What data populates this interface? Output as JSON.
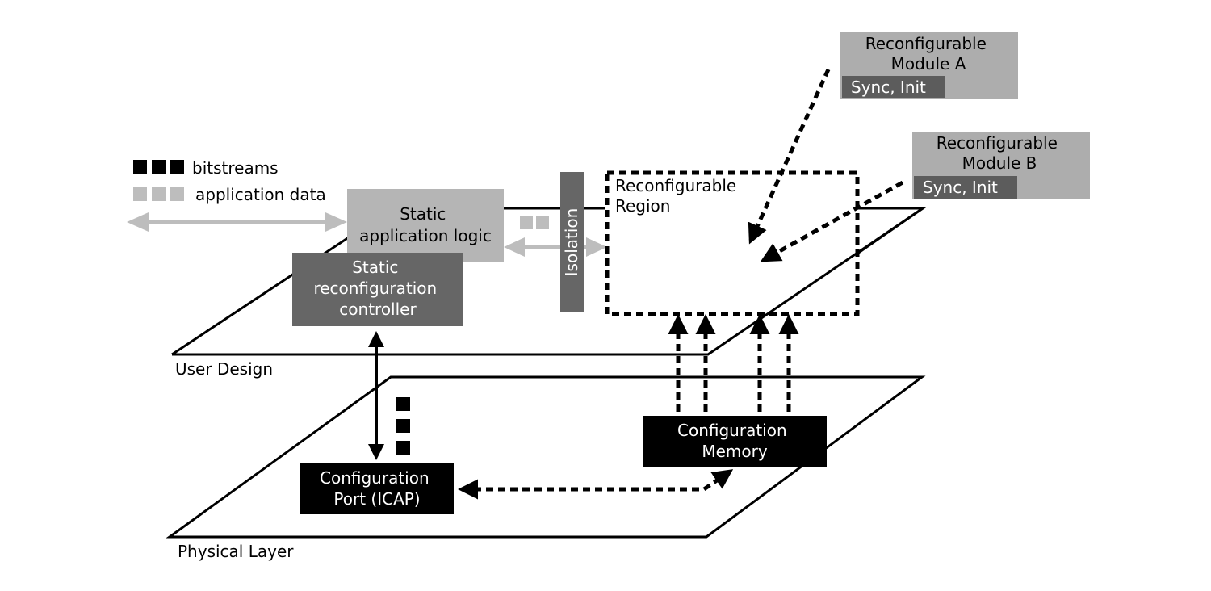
{
  "legend": {
    "bitstreams_label": "bitstreams",
    "appdata_label": "application data"
  },
  "layers": {
    "user_design": "User Design",
    "physical_layer": "Physical Layer"
  },
  "blocks": {
    "static_app_logic": [
      "Static",
      "application logic"
    ],
    "static_reconfig_controller": [
      "Static",
      "reconfiguration",
      "controller"
    ],
    "isolation": "Isolation",
    "reconfig_region": [
      "Reconfigurable",
      "Region"
    ],
    "module_a": {
      "title": [
        "Reconfigurable",
        "Module A"
      ],
      "sub": "Sync, Init"
    },
    "module_b": {
      "title": [
        "Reconfigurable",
        "Module B"
      ],
      "sub": "Sync, Init"
    },
    "config_port": [
      "Configuration",
      "Port (ICAP)"
    ],
    "config_memory": [
      "Configuration",
      "Memory"
    ]
  },
  "colors": {
    "black": "#000000",
    "light_gray": "#b3b3b3",
    "mid_gray": "#adadad",
    "dark_gray": "#666666",
    "sync_gray": "#5c5c5c"
  }
}
